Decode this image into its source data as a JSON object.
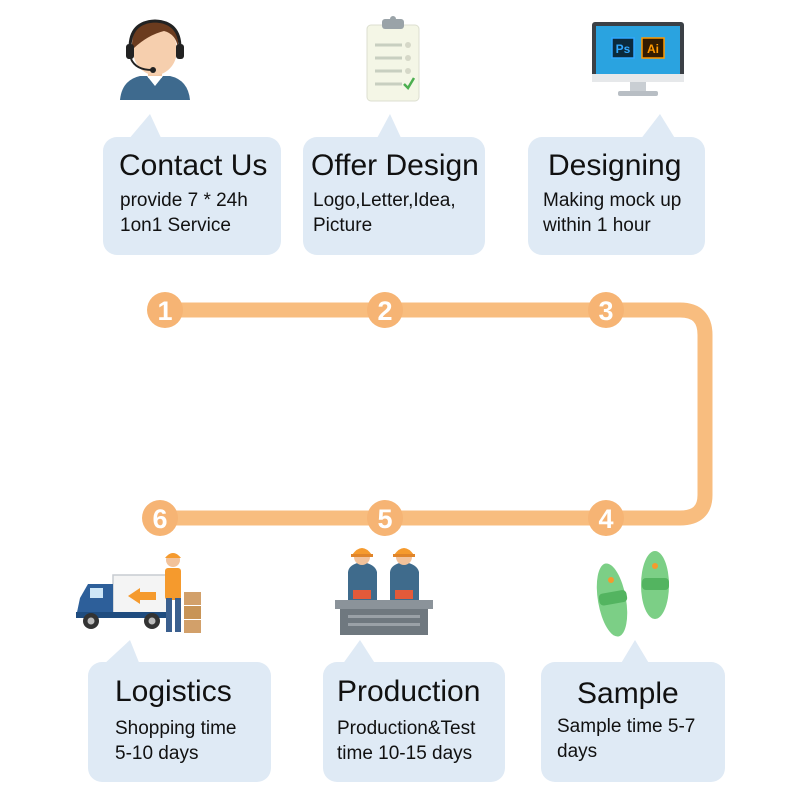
{
  "colors": {
    "bubble": "#dfeaf5",
    "route": "#f8bd7f",
    "circle": "#f6b474"
  },
  "steps": [
    {
      "number": "1",
      "title": "Contact Us",
      "desc_lines": [
        "provide 7 * 24h",
        "1on1 Service"
      ],
      "icon": "customer-service-icon"
    },
    {
      "number": "2",
      "title": "Offer Design",
      "desc_lines": [
        "Logo,Letter,Idea,",
        "Picture"
      ],
      "icon": "clipboard-checklist-icon"
    },
    {
      "number": "3",
      "title": "Designing",
      "desc_lines": [
        "Making mock up",
        "within 1 hour"
      ],
      "icon": "design-monitor-icon"
    },
    {
      "number": "4",
      "title": "Sample",
      "desc_lines": [
        "Sample time 5-7",
        "days"
      ],
      "icon": "slippers-icon"
    },
    {
      "number": "5",
      "title": "Production",
      "desc_lines": [
        "Production&Test",
        "time 10-15 days"
      ],
      "icon": "factory-workers-icon"
    },
    {
      "number": "6",
      "title": "Logistics",
      "desc_lines": [
        "Shopping time",
        "5-10 days"
      ],
      "icon": "delivery-truck-icon"
    }
  ],
  "monitor_apps": [
    "Ps",
    "Ai"
  ]
}
